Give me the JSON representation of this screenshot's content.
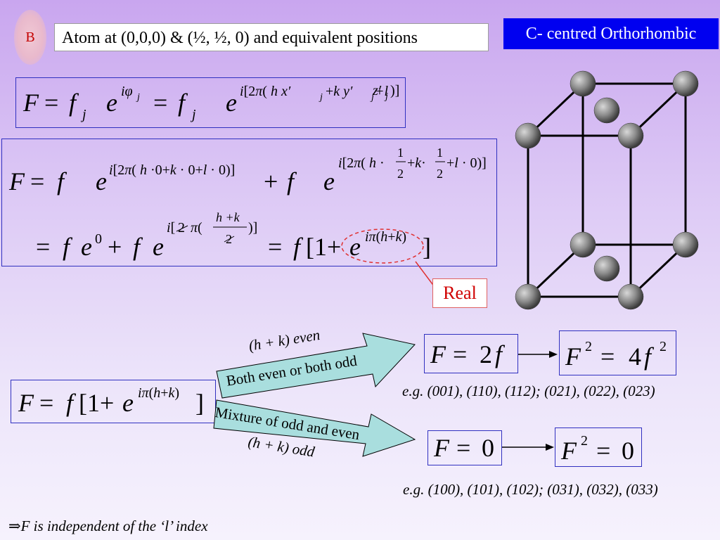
{
  "slide": {
    "badge": "B",
    "title": "Atom at (0,0,0) & (½, ½, 0) and equivalent positions",
    "lattice": "C- centred Orthorhombic",
    "real_label": "Real",
    "arrow_even_top": "(h + k) even",
    "arrow_even_inner": "Both even or both odd",
    "arrow_odd_inner": "Mixture of odd and even",
    "arrow_odd_bottom": "(h + k) odd",
    "examples_even": "e.g. (001), (110), (112); (021), (022), (023)",
    "examples_odd": "e.g. (100), (101), (102); (031), (032), (033)",
    "conclusion": "F is independent of the ‘l’ index",
    "conclusion_symbol": "⇒"
  },
  "equations": {
    "general": "F = f_j e^{iφ_j} = f_j e^{i[2π(h x′_j + k y′_j + l z′_j)]}",
    "line1": "F = f e^{i[2π(h·0+k·0+l·0)]} + f e^{i[2π(h·1/2+k·1/2+l·0)]}",
    "line2": "= f e^0 + f e^{i[2π((h+k)/2)]} = f[1 + e^{iπ(h+k)}]",
    "result": "F = f[1 + e^{iπ(h+k)}]",
    "even_F": "F = 2f",
    "even_F2": "F² = 4f²",
    "odd_F": "F = 0",
    "odd_F2": "F² = 0"
  },
  "colors": {
    "title_bg": "#0000f0",
    "badge_text": "#c40000",
    "real_text": "#d00000",
    "arrow_fill": "#a9dede",
    "box_border": "#3030c0",
    "dashed_ellipse": "#e03030"
  }
}
